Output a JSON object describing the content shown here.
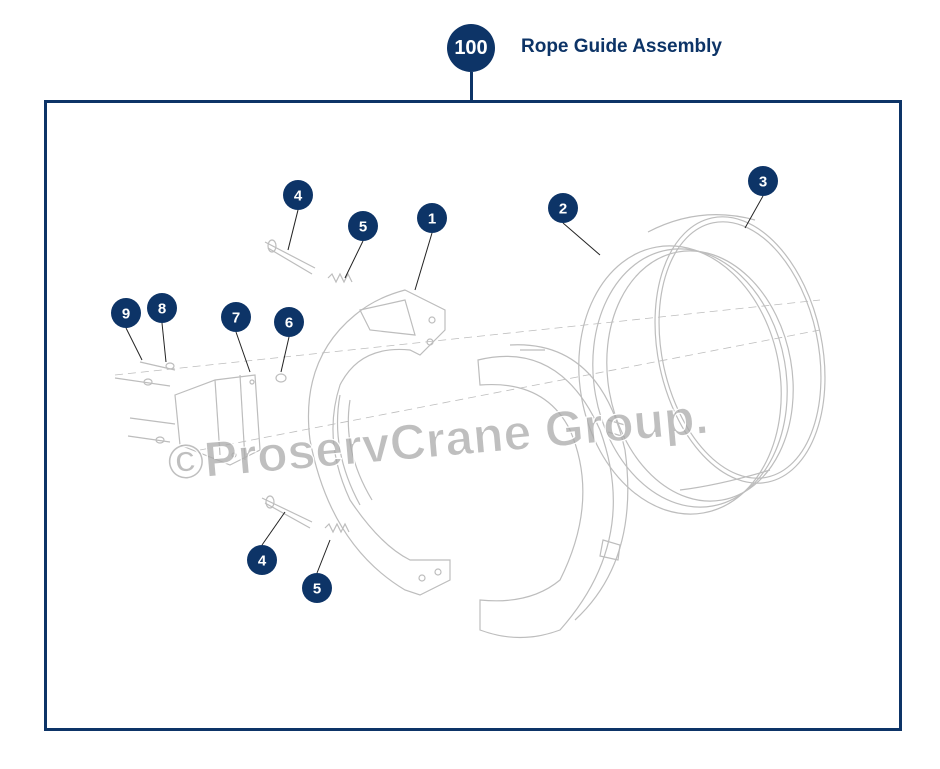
{
  "header": {
    "assembly_number": "100",
    "title": "Rope Guide Assembly"
  },
  "callouts": [
    {
      "label": "1"
    },
    {
      "label": "2"
    },
    {
      "label": "3"
    },
    {
      "label": "4"
    },
    {
      "label": "5"
    },
    {
      "label": "6"
    },
    {
      "label": "7"
    },
    {
      "label": "8"
    },
    {
      "label": "9"
    },
    {
      "label": "4"
    },
    {
      "label": "5"
    }
  ],
  "watermark": {
    "text": "©ProservCrane Group."
  },
  "colors": {
    "accent": "#0d3467",
    "linework": "#b9b9b9",
    "watermark": "#a9a9a9"
  }
}
